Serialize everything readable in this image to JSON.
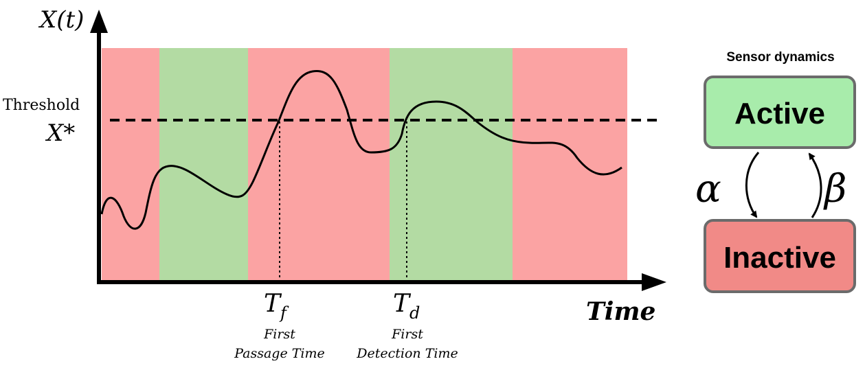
{
  "axes": {
    "y_label": "X(t)",
    "x_label": "Time"
  },
  "threshold": {
    "label": "Threshold",
    "symbol": "X*"
  },
  "markers": [
    {
      "symbol": "T",
      "subscript": "f",
      "caption_line1": "First",
      "caption_line2": "Passage Time"
    },
    {
      "symbol": "T",
      "subscript": "d",
      "caption_line1": "First",
      "caption_line2": "Detection Time"
    }
  ],
  "sensor": {
    "title": "Sensor dynamics",
    "active_label": "Active",
    "inactive_label": "Inactive",
    "rate_down": "α",
    "rate_up": "β"
  },
  "colors": {
    "inactive_band": "#fba3a3",
    "active_band": "#b3dba3",
    "active_box": "#a8ecab",
    "inactive_box": "#f18a87",
    "box_border": "#6b6b6b",
    "ink": "#000000"
  },
  "bands": [
    "inactive",
    "active",
    "inactive",
    "active",
    "inactive"
  ]
}
